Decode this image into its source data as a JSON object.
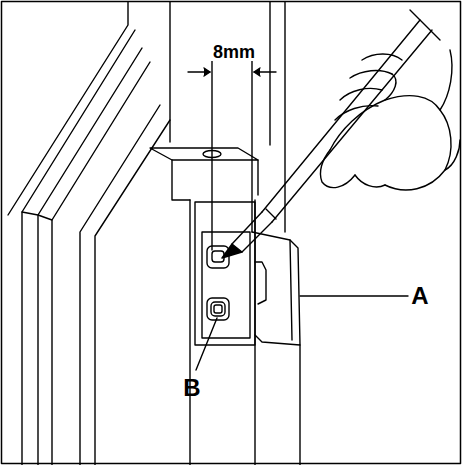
{
  "diagram": {
    "labels": [
      "8mm",
      "A",
      "B"
    ]
  }
}
